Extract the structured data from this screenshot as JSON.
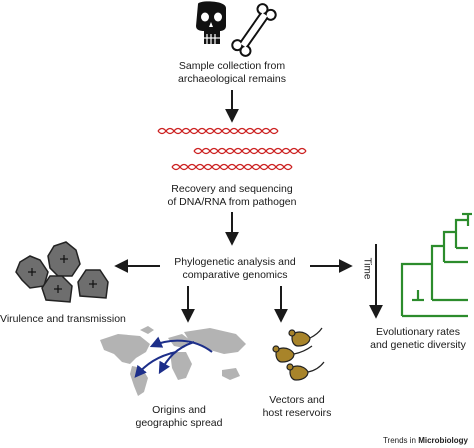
{
  "steps": {
    "sample": [
      "Sample collection from",
      "archaeological remains"
    ],
    "recovery": [
      "Recovery and sequencing",
      "of DNA/RNA from pathogen"
    ],
    "phylo": [
      "Phylogenetic analysis and",
      "comparative genomics"
    ]
  },
  "outcomes": {
    "virulence": "Virulence and transmission",
    "origins": [
      "Origins and",
      "geographic spread"
    ],
    "vectors": [
      "Vectors and",
      "host reservoirs"
    ],
    "evolution": [
      "Evolutionary rates",
      "and genetic diversity"
    ],
    "time_axis": "Time"
  },
  "journal": {
    "prefix": "Trends in ",
    "name": "Microbiology"
  },
  "icons": [
    "skull-icon",
    "bone-icon",
    "dna-strands-icon",
    "pathogen-cells-icon",
    "world-map-icon",
    "rodents-icon",
    "phylogenetic-tree-icon"
  ],
  "colors": {
    "dna": "#cc2222",
    "cells": "#6e6e6e",
    "map": "#b3b3b3",
    "map_arrows": "#1d2f8a",
    "rodents": "#a8842a",
    "tree": "#2c8c2c"
  }
}
